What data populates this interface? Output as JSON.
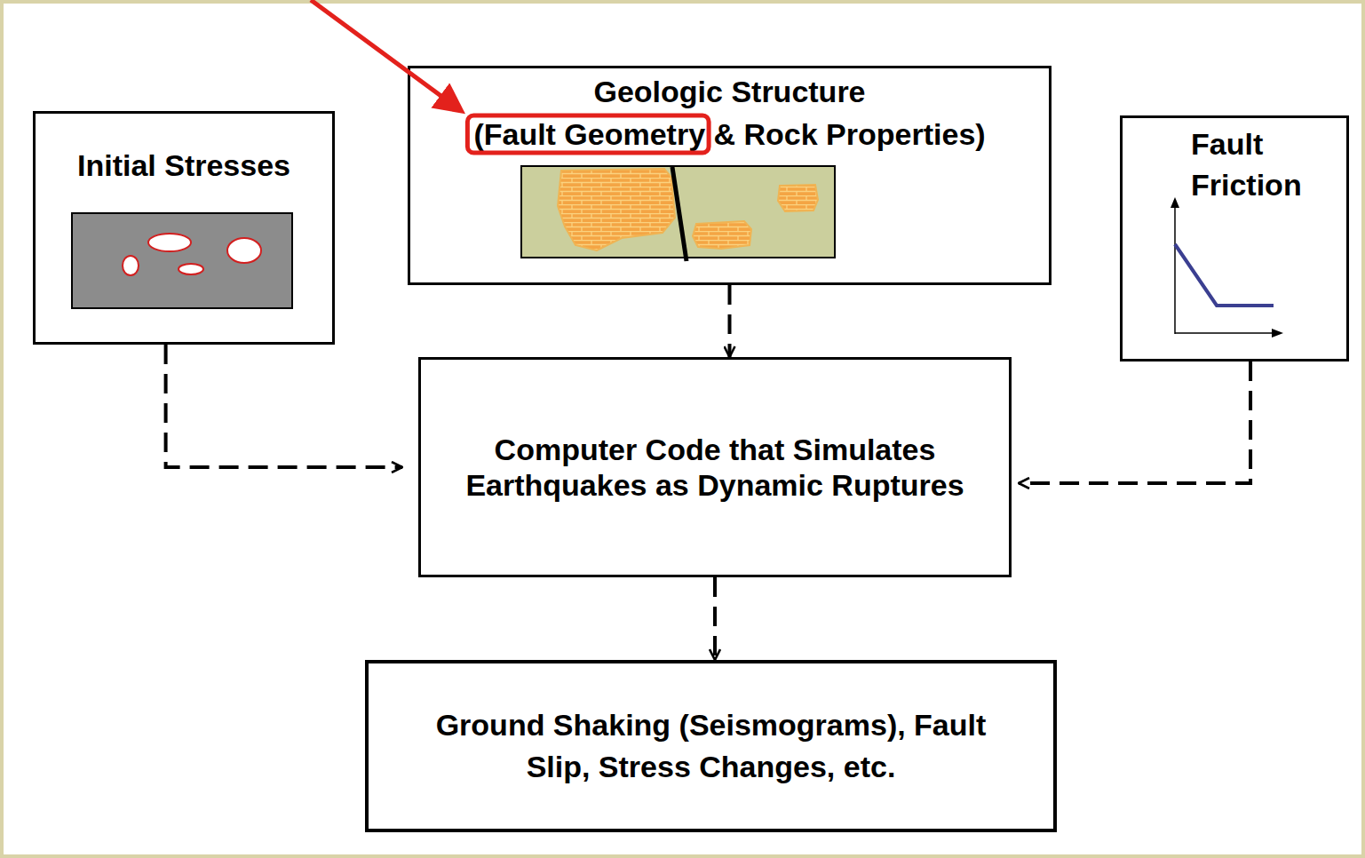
{
  "diagram": {
    "nodes": [
      {
        "text": [
          "Initial Stresses"
        ]
      },
      {
        "text": [
          "Geologic Structure",
          "(Fault Geometry & Rock Properties)"
        ]
      },
      {
        "text": [
          "Fault Friction"
        ]
      },
      {
        "text": [
          "Computer Code that Simulates Earthquakes as Dynamic Ruptures"
        ]
      },
      {
        "text": [
          "Ground Shaking (Seismograms), Fault Slip, Stress Changes, etc."
        ]
      }
    ],
    "edges": [
      {
        "from": 0,
        "to": 3,
        "arrow": "to"
      },
      {
        "from": 1,
        "to": 3,
        "arrow": "to"
      },
      {
        "from": 2,
        "to": 3,
        "arrow": "to"
      },
      {
        "from": 3,
        "to": 4,
        "arrow": "to"
      }
    ]
  }
}
